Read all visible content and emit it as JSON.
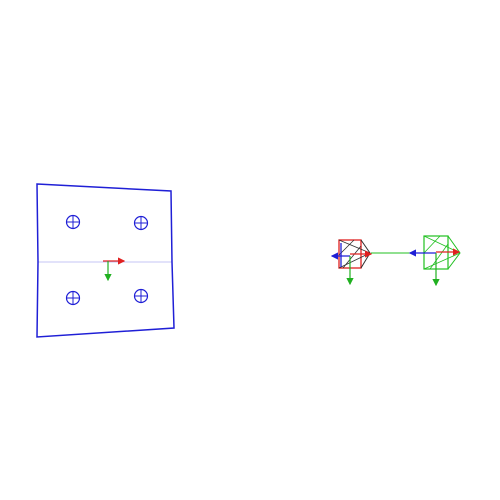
{
  "scene": {
    "background": "#ffffff",
    "colors": {
      "target_outline": "#1f1fd6",
      "axis_x": "#e02020",
      "axis_y": "#20b020",
      "axis_z": "#1f1fd6",
      "camera_near": "#e02020",
      "camera_frustum": "#303030",
      "camera_far": "#20c020",
      "ray": "#20c020"
    },
    "target_board": {
      "marker_count": 4,
      "marker_icon": "crosshair-circle-icon"
    },
    "cameras": [
      {
        "name": "camera-near",
        "icon": "camera-frustum-icon"
      },
      {
        "name": "camera-far",
        "icon": "camera-frustum-icon"
      }
    ]
  }
}
